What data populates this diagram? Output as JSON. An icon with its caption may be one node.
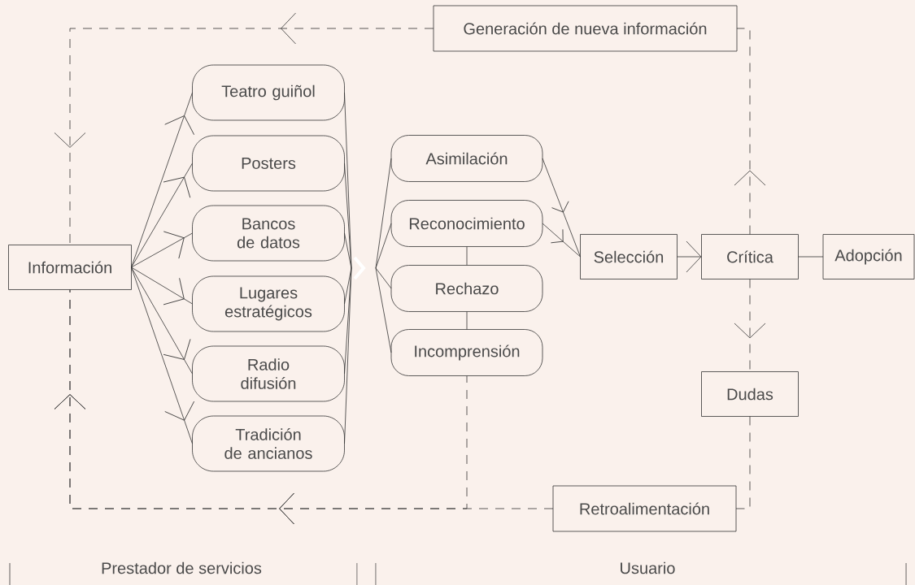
{
  "diagram": {
    "nodes": [
      {
        "text": [
          "Información"
        ]
      },
      {
        "text": [
          "Teatro guiñol"
        ]
      },
      {
        "text": [
          "Posters"
        ]
      },
      {
        "text": [
          "Bancos de datos"
        ]
      },
      {
        "text": [
          "Lugares estratégicos"
        ]
      },
      {
        "text": [
          "Radio difusión"
        ]
      },
      {
        "text": [
          "Tradición de ancianos"
        ]
      },
      {
        "text": [],
        "shape": "chevron"
      },
      {
        "text": [
          "Asimilación"
        ]
      },
      {
        "text": [
          "Reconocimiento"
        ]
      },
      {
        "text": [
          "Rechazo"
        ]
      },
      {
        "text": [
          "Incomprensión"
        ]
      },
      {
        "text": [
          "Selección"
        ]
      },
      {
        "text": [
          "Crítica"
        ]
      },
      {
        "text": [
          "Adopción"
        ]
      },
      {
        "text": [
          "Dudas"
        ]
      },
      {
        "text": [
          "Generación de nueva información"
        ]
      },
      {
        "text": [
          "Retroalimentación"
        ]
      }
    ],
    "edges": [
      {
        "from": 0,
        "to": 1,
        "arrow": "to"
      },
      {
        "from": 0,
        "to": 2,
        "arrow": "to"
      },
      {
        "from": 0,
        "to": 3,
        "arrow": "to"
      },
      {
        "from": 0,
        "to": 4,
        "arrow": "to"
      },
      {
        "from": 0,
        "to": 5,
        "arrow": "to"
      },
      {
        "from": 0,
        "to": 6,
        "arrow": "to"
      },
      {
        "from": 1,
        "to": 7,
        "arrow": "none"
      },
      {
        "from": 2,
        "to": 7,
        "arrow": "none"
      },
      {
        "from": 3,
        "to": 7,
        "arrow": "none"
      },
      {
        "from": 4,
        "to": 7,
        "arrow": "none"
      },
      {
        "from": 5,
        "to": 7,
        "arrow": "none"
      },
      {
        "from": 6,
        "to": 7,
        "arrow": "none"
      },
      {
        "from": 7,
        "to": 8,
        "arrow": "none"
      },
      {
        "from": 7,
        "to": 9,
        "arrow": "none"
      },
      {
        "from": 7,
        "to": 10,
        "arrow": "none"
      },
      {
        "from": 7,
        "to": 11,
        "arrow": "none"
      },
      {
        "from": 8,
        "to": 12,
        "arrow": "to"
      },
      {
        "from": 9,
        "to": 12,
        "arrow": "to"
      },
      {
        "from": 9,
        "to": 10,
        "arrow": "none"
      },
      {
        "from": 10,
        "to": 11,
        "arrow": "none"
      },
      {
        "from": 12,
        "to": 13,
        "arrow": "to"
      },
      {
        "from": 13,
        "to": 14,
        "arrow": "none"
      },
      {
        "from": 13,
        "to": 16,
        "arrow": "to",
        "style": "dashed"
      },
      {
        "from": 16,
        "to": 0,
        "arrow": "to",
        "style": "dashed"
      },
      {
        "from": 13,
        "to": 15,
        "arrow": "to",
        "style": "dashed"
      },
      {
        "from": 15,
        "to": 17,
        "arrow": "none",
        "style": "dashed"
      },
      {
        "from": 17,
        "to": 0,
        "arrow": "to",
        "style": "dashed"
      },
      {
        "from": 11,
        "to": 0,
        "arrow": "to",
        "style": "dashed"
      }
    ],
    "labels": [
      "Prestador de servicios",
      "Usuario"
    ]
  }
}
